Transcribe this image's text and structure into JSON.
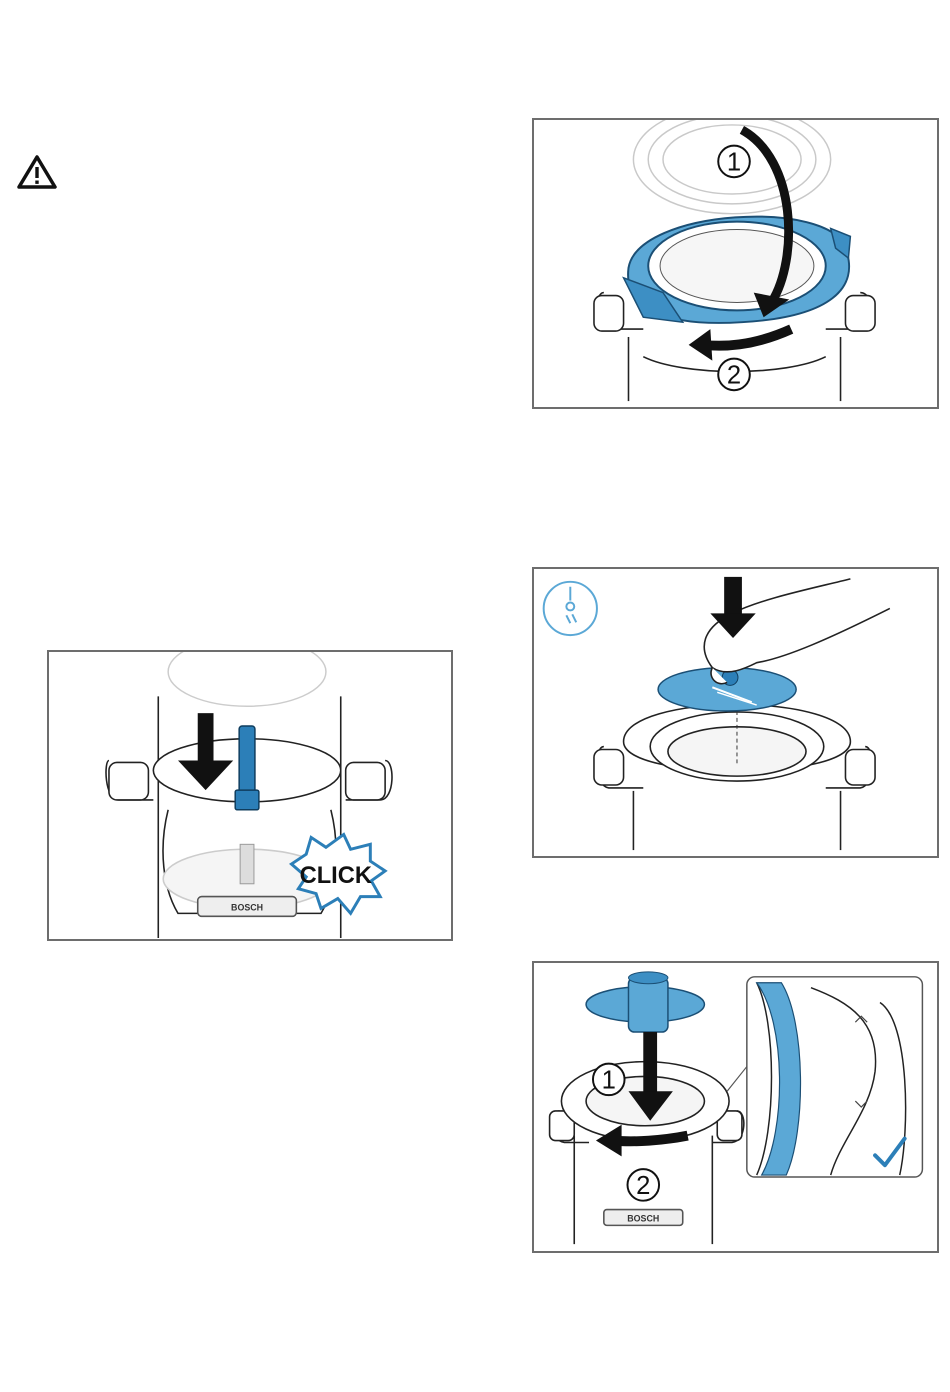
{
  "warning": {
    "icon": "warning-triangle-icon"
  },
  "figure1": {
    "step1": "1",
    "step2": "2"
  },
  "figure2": {
    "click_label": "CLICK",
    "brand": "BOSCH"
  },
  "figure3": {
    "symbol": "disc-slot-symbol-icon"
  },
  "figure4": {
    "step1": "1",
    "step2": "2",
    "brand": "BOSCH"
  },
  "colors": {
    "accent_blue": "#5ba8d6",
    "dark_blue": "#2c7fb8",
    "frame": "#6d6d6d",
    "line": "#222222"
  }
}
